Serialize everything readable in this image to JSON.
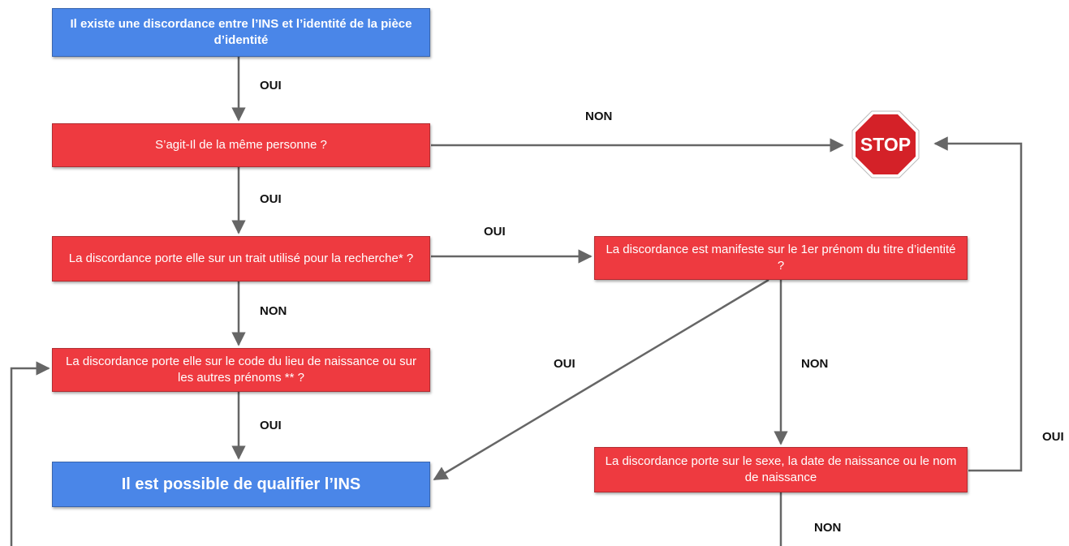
{
  "colors": {
    "decision": "#ee3a40",
    "outcome": "#4a86e8",
    "arrow": "#666666",
    "stop": "#d42128"
  },
  "boxes": {
    "start": "Il existe une discordance entre l’INS et l’identité de la pièce d’identité",
    "same_person": "S’agit-Il de la même personne ?",
    "trait_search": "La discordance porte elle sur un trait utilisé pour la recherche* ?",
    "birthplace_others": "La discordance porte elle sur le code du lieu de naissance ou sur les autres prénoms ** ?",
    "qualify": "Il est possible de qualifier l’INS",
    "first_name": "La discordance est manifeste sur le 1er prénom du titre d’identité ?",
    "sex_date_name": "La discordance porte sur le sexe, la date de naissance ou le nom de naissance"
  },
  "stop_sign": {
    "label": "STOP",
    "icon": "stop-sign-icon"
  },
  "labels": {
    "start_to_same": "OUI",
    "same_to_stop": "NON",
    "same_to_trait": "OUI",
    "trait_to_first": "OUI",
    "trait_to_birthplace": "NON",
    "birthplace_to_qualify": "OUI",
    "first_to_qualify": "OUI",
    "first_to_sex": "NON",
    "sex_to_stop": "OUI",
    "sex_down": "NON"
  }
}
